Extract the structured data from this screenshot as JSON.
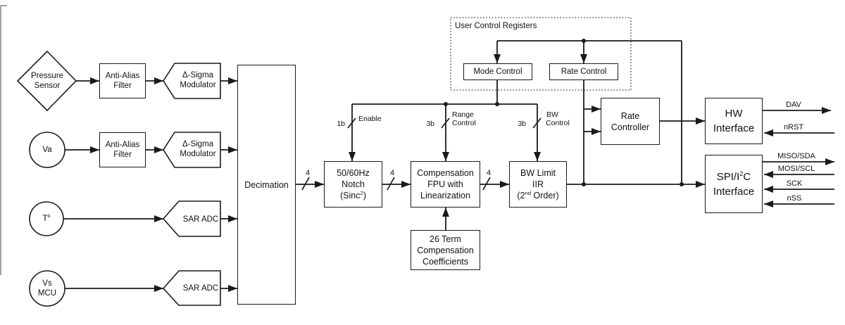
{
  "colors": {
    "line": "#1a1a1a",
    "text": "#111111",
    "background": "#ffffff"
  },
  "sources": {
    "pressure": {
      "l1": "Pressure",
      "l2": "Sensor"
    },
    "va": {
      "l1": "Va"
    },
    "temp": {
      "base": "T",
      "sup": "o"
    },
    "vs": {
      "l1": "Vs",
      "l2": "MCU"
    }
  },
  "front_end": {
    "aaf1": {
      "l1": "Anti-Alias",
      "l2": "Filter"
    },
    "aaf2": {
      "l1": "Anti-Alias",
      "l2": "Filter"
    },
    "dsm1": {
      "l1": "Δ-Sigma",
      "l2": "Modulator"
    },
    "dsm2": {
      "l1": "Δ-Sigma",
      "l2": "Modulator"
    },
    "sar1": {
      "l1": "SAR ADC"
    },
    "sar2": {
      "l1": "SAR ADC"
    },
    "decimation": {
      "l1": "Decimation"
    }
  },
  "dsp": {
    "notch": {
      "l1": "50/60Hz",
      "l2": "Notch",
      "l3pre": "(Sinc",
      "l3sup": "2",
      "l3post": ")"
    },
    "fpu": {
      "l1": "Compensation",
      "l2": "FPU with",
      "l3": "Linearization"
    },
    "bw": {
      "l1": "BW Limit",
      "l2": "IIR",
      "l3pre": "(2",
      "l3sup": "nd",
      "l3post": " Order)"
    },
    "coeffs": {
      "l1": "26 Term",
      "l2": "Compensation",
      "l3": "Coefficients"
    }
  },
  "control": {
    "registers_title": "User Control Registers",
    "mode": "Mode Control",
    "rate": "Rate Control",
    "rate_controller": {
      "l1": "Rate",
      "l2": "Controller"
    }
  },
  "interfaces": {
    "hw": {
      "l1": "HW",
      "l2": "Interface"
    },
    "spi": {
      "l1pre": "SPI/I",
      "l1sup": "2",
      "l1post": "C",
      "l2": "Interface"
    }
  },
  "buses": {
    "dec_out": "4",
    "notch_out": "4",
    "fpu_out": "4",
    "enable": {
      "width": "1b",
      "name": "Enable"
    },
    "range": {
      "width": "3b",
      "n1": "Range",
      "n2": "Control"
    },
    "bwctl": {
      "width": "3b",
      "n1": "BW",
      "n2": "Control"
    }
  },
  "pins": {
    "dav": "DAV",
    "nrst": "nRST",
    "miso": "MISO/SDA",
    "mosi": "MOSI/SCL",
    "sck": "SCK",
    "nss": "nSS"
  }
}
